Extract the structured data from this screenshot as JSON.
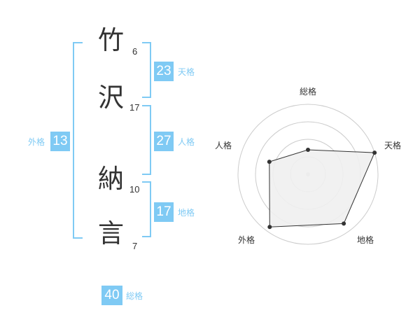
{
  "name_chars": [
    {
      "char": "竹",
      "strokes": "6"
    },
    {
      "char": "沢",
      "strokes": "17"
    },
    {
      "char": "納",
      "strokes": "10"
    },
    {
      "char": "言",
      "strokes": "7"
    }
  ],
  "fortunes": {
    "tenkaku": {
      "value": "23",
      "label": "天格"
    },
    "jinkaku": {
      "value": "27",
      "label": "人格"
    },
    "chikaku": {
      "value": "17",
      "label": "地格"
    },
    "gaikaku": {
      "value": "13",
      "label": "外格"
    },
    "soukaku": {
      "value": "40",
      "label": "総格"
    }
  },
  "colors": {
    "accent": "#7fcaf4",
    "text": "#333333",
    "grid": "#cccccc",
    "fill": "#efefef"
  },
  "chart_data": {
    "type": "radar",
    "axes": [
      "総格",
      "天格",
      "地格",
      "外格",
      "人格"
    ],
    "scale_rings": 4,
    "values": [
      0.35,
      1.0,
      0.87,
      0.93,
      0.58
    ]
  }
}
